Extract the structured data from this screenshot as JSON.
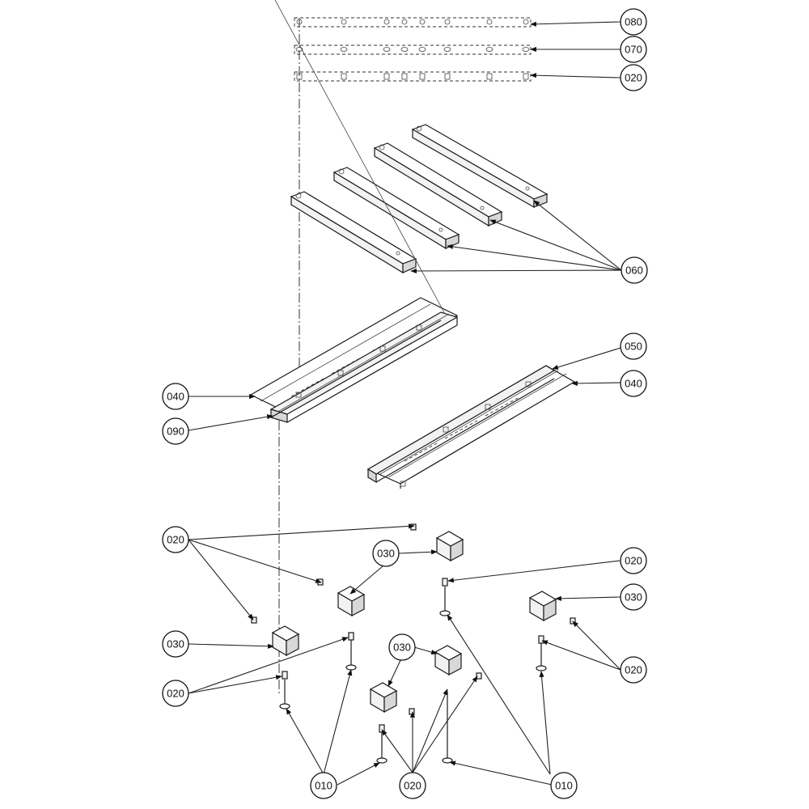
{
  "callouts": [
    {
      "id": "b080",
      "label": "080"
    },
    {
      "id": "b070",
      "label": "070"
    },
    {
      "id": "b020a",
      "label": "020"
    },
    {
      "id": "b060",
      "label": "060"
    },
    {
      "id": "b050",
      "label": "050"
    },
    {
      "id": "b040r",
      "label": "040"
    },
    {
      "id": "b040l",
      "label": "040"
    },
    {
      "id": "b090",
      "label": "090"
    },
    {
      "id": "b020b",
      "label": "020"
    },
    {
      "id": "b030a",
      "label": "030"
    },
    {
      "id": "b020c",
      "label": "020"
    },
    {
      "id": "b030b",
      "label": "030"
    },
    {
      "id": "b030c",
      "label": "030"
    },
    {
      "id": "b020d",
      "label": "020"
    },
    {
      "id": "b030d",
      "label": "030"
    },
    {
      "id": "b020e",
      "label": "020"
    },
    {
      "id": "b010a",
      "label": "010"
    },
    {
      "id": "b020f",
      "label": "020"
    },
    {
      "id": "b010b",
      "label": "010"
    }
  ]
}
